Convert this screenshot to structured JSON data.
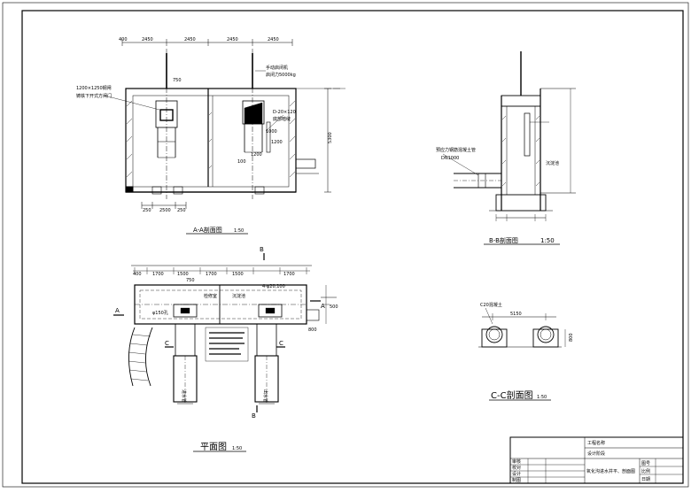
{
  "views": {
    "aa": {
      "title": "A-A剖面图",
      "scale": "1:50",
      "dims_top": [
        "400",
        "2450",
        "2450",
        "2450",
        "2450"
      ],
      "dims_bottom": [
        "250",
        "2500",
        "250"
      ],
      "notes": [
        "1200×1250钢闸",
        "铸铁下开式方闸门",
        "手动启闭机",
        "启闭力5000kg",
        "D-20×120",
        "底部暗缝"
      ],
      "dims_misc": [
        "5300",
        "750",
        "1200",
        "1000",
        "1200",
        "100"
      ]
    },
    "bb": {
      "title": "B-B剖面图",
      "scale": "1:50",
      "notes": [
        "预应力钢筋混凝土管",
        "DN1000",
        "沉淀池"
      ]
    },
    "plan": {
      "title": "平面图",
      "scale": "1:50",
      "dims_top": [
        "400",
        "1700",
        "1500",
        "1700",
        "1500",
        "1700"
      ],
      "dims_misc": [
        "750",
        "4-φ20,100",
        "φ150孔",
        "800",
        "500"
      ],
      "section_marks": [
        "B",
        "A",
        "A",
        "C",
        "C",
        "B"
      ],
      "notes": [
        "检修室",
        "沉淀池",
        "进水管",
        "出水管"
      ]
    },
    "cc": {
      "title": "C-C剖面图",
      "scale": "1:50",
      "dims": [
        "5150",
        "800"
      ],
      "notes": [
        "C20混凝土"
      ]
    }
  },
  "title_block": {
    "rows": [
      "工程名称",
      "设计阶段"
    ],
    "drawing_name": "氧化沟进水井平、剖面图",
    "left_labels": [
      "审核",
      "校对",
      "设计",
      "制图"
    ],
    "right_labels": [
      "图号",
      "比例",
      "日期"
    ]
  }
}
